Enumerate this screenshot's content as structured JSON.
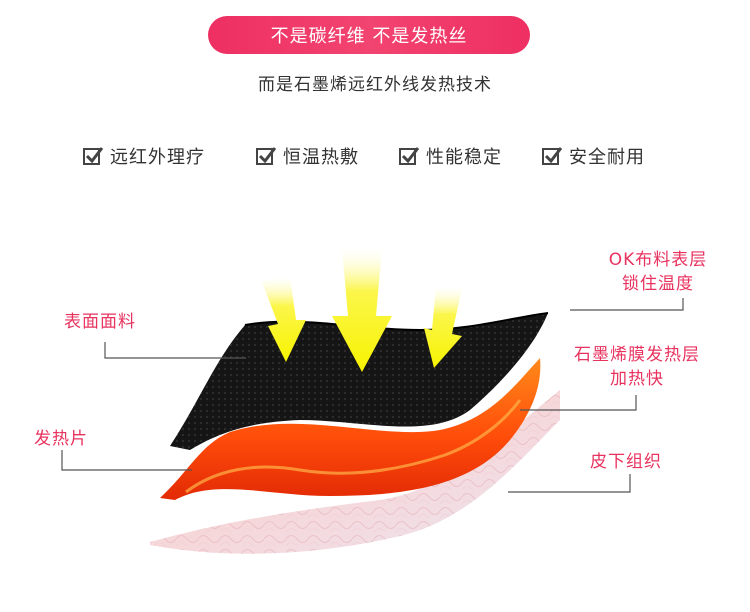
{
  "header": {
    "pill_text": "不是碳纤维  不是发热丝",
    "subtitle": "而是石墨烯远红外线发热技术"
  },
  "features": [
    {
      "icon": "checkbox-checked-icon",
      "label": "远红外理疗"
    },
    {
      "icon": "checkbox-checked-icon",
      "label": "恒温热敷"
    },
    {
      "icon": "checkbox-checked-icon",
      "label": "性能稳定"
    },
    {
      "icon": "checkbox-checked-icon",
      "label": "安全耐用"
    }
  ],
  "diagram": {
    "labels": {
      "surface_fabric": "表面面料",
      "heating_sheet": "发热片",
      "ok_fabric_line1": "OK布料表层",
      "ok_fabric_line2": "锁住温度",
      "graphene_line1": "石墨烯膜发热层",
      "graphene_line2": "加热快",
      "subcutaneous": "皮下组织"
    },
    "colors": {
      "accent_pink": "#e8335f",
      "arrow_yellow": "#f7f300",
      "fabric_black": "#1a1a1a",
      "heat_orange": "#ff5a0a"
    }
  }
}
